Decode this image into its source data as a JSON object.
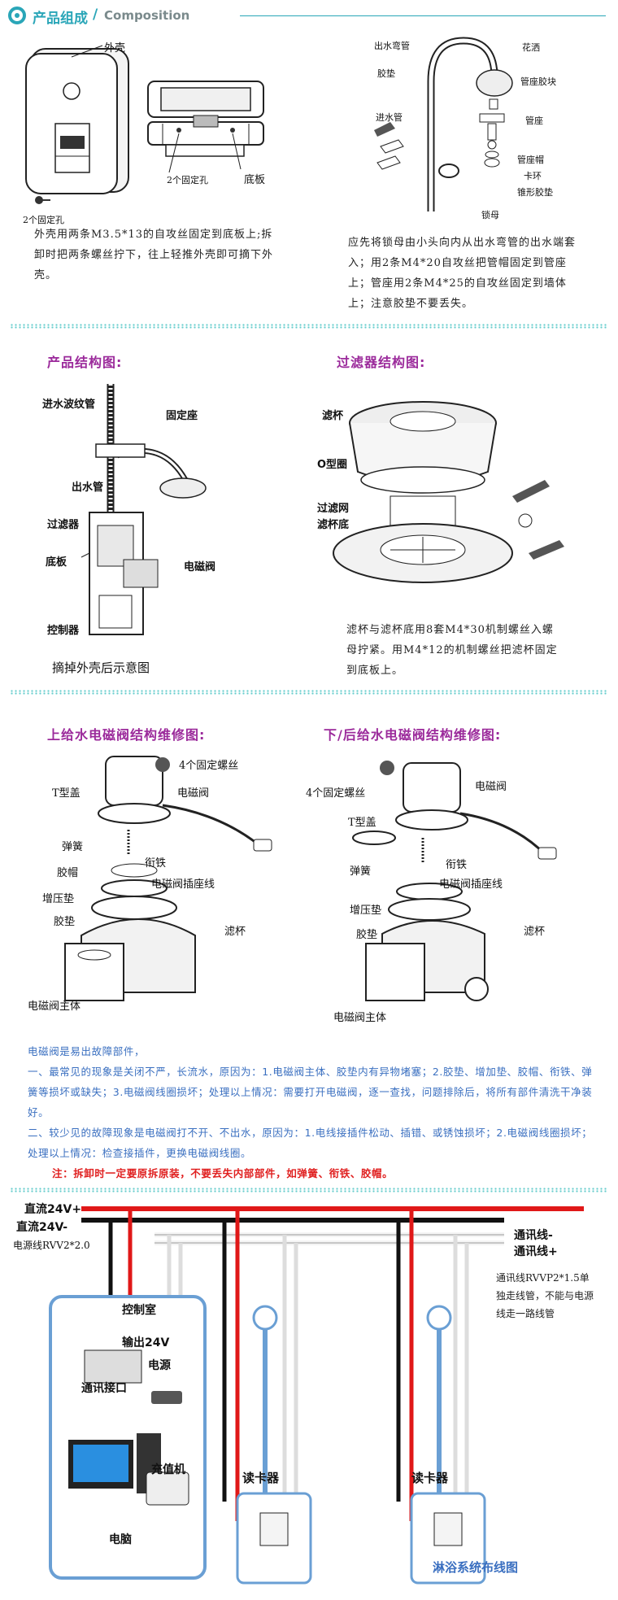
{
  "header": {
    "title_cn": "产品组成",
    "title_sep": "/",
    "title_en": "Composition"
  },
  "composition": {
    "shell_label": "外壳",
    "base_label": "底板",
    "fix_holes_label": "2个固定孔",
    "fix_holes_label_2": "2个固定孔",
    "left_text": "外壳用两条M3.5*13的自攻丝固定到底板上;拆卸时把两条螺丝拧下，往上轻推外壳即可摘下外壳。",
    "pipe_labels": {
      "outlet_bend": "出水弯管",
      "gasket": "胶垫",
      "inlet_pipe": "进水管",
      "shower": "花洒",
      "pipe_block": "管座胶块",
      "pipe_seat": "管座",
      "seat_cap": "管座帽",
      "clamp_ring": "卡环",
      "taper_gasket": "锥形胶垫",
      "lock_nut": "锁母"
    },
    "right_text": "应先将锁母由小头向内从出水弯管的出水端套入；用2条M4*20自攻丝把管帽固定到管座上；管座用2条M4*25的自攻丝固定到墙体上；注意胶垫不要丢失。"
  },
  "structure": {
    "title": "产品结构图:",
    "labels": {
      "inlet_hose": "进水波纹管",
      "fixed_seat": "固定座",
      "outlet_pipe": "出水管",
      "filter": "过滤器",
      "base": "底板",
      "solenoid": "电磁阀",
      "controller": "控制器"
    },
    "caption": "摘掉外壳后示意图"
  },
  "filter": {
    "title": "过滤器结构图:",
    "labels": {
      "filter_cup": "滤杯",
      "o_ring": "O型圈",
      "filter_mesh": "过滤网",
      "cup_bottom": "滤杯底"
    },
    "text": "滤杯与滤杯底用8套M4*30机制螺丝入螺母拧紧。用M4*12的机制螺丝把滤杯固定到底板上。"
  },
  "valve_top": {
    "title": "上给水电磁阀结构维修图:",
    "labels": {
      "screws": "4个固定螺丝",
      "t_cover": "T型盖",
      "solenoid": "电磁阀",
      "spring": "弹簧",
      "armature": "衔铁",
      "rubber_cap": "胶帽",
      "socket_wire": "电磁阀插座线",
      "pressure_pad": "增压垫",
      "gasket": "胶垫",
      "filter_cup": "滤杯",
      "valve_body": "电磁阀主体"
    }
  },
  "valve_bottom": {
    "title": "下/后给水电磁阀结构维修图:",
    "labels": {
      "screws": "4个固定螺丝",
      "solenoid": "电磁阀",
      "t_cover": "T型盖",
      "spring": "弹簧",
      "armature": "衔铁",
      "socket_wire": "电磁阀插座线",
      "pressure_pad": "增压垫",
      "gasket": "胶垫",
      "filter_cup": "滤杯",
      "valve_body": "电磁阀主体"
    }
  },
  "notes": {
    "line1": "电磁阀是易出故障部件，",
    "line2": "一、最常见的现象是关闭不严，长流水，原因为：1.电磁阀主体、胶垫内有异物堵塞；2.胶垫、增加垫、胶帽、衔铁、弹簧等损坏或缺失；3.电磁阀线圈损坏；处理以上情况：需要打开电磁阀，逐一查找，问题排除后，将所有部件清洗干净装好。",
    "line3": "二、较少见的故障现象是电磁阀打不开、不出水，原因为：1.电线接插件松动、插错、或锈蚀损坏；2.电磁阀线圈损坏；处理以上情况：检查接插件，更换电磁阀线圈。",
    "warning": "注：拆卸时一定要原拆原装，不要丢失内部部件，如弹簧、衔铁、胶帽。"
  },
  "wiring": {
    "dc_plus": "直流24V+",
    "dc_minus": "直流24V-",
    "power_line": "电源线RVV2*2.0",
    "comm_minus": "通讯线-",
    "comm_plus": "通讯线+",
    "comm_note": "通讯线RVVP2*1.5单独走线管，不能与电源线走一路线管",
    "control_room": "控制室",
    "output_24v": "输出24V",
    "power": "电源",
    "comm_port": "通讯接口",
    "recharger": "充值机",
    "computer": "电脑",
    "card_reader_1": "读卡器",
    "card_reader_2": "读卡器",
    "caption": "淋浴系统布线图"
  },
  "colors": {
    "accent_teal": "#2aa6b8",
    "section_purple": "#9b2a9b",
    "note_blue": "#3a6fc0",
    "warning_red": "#e02020",
    "wire_red": "#e01818",
    "wire_black": "#111111",
    "wire_white": "#f4f4f4"
  }
}
